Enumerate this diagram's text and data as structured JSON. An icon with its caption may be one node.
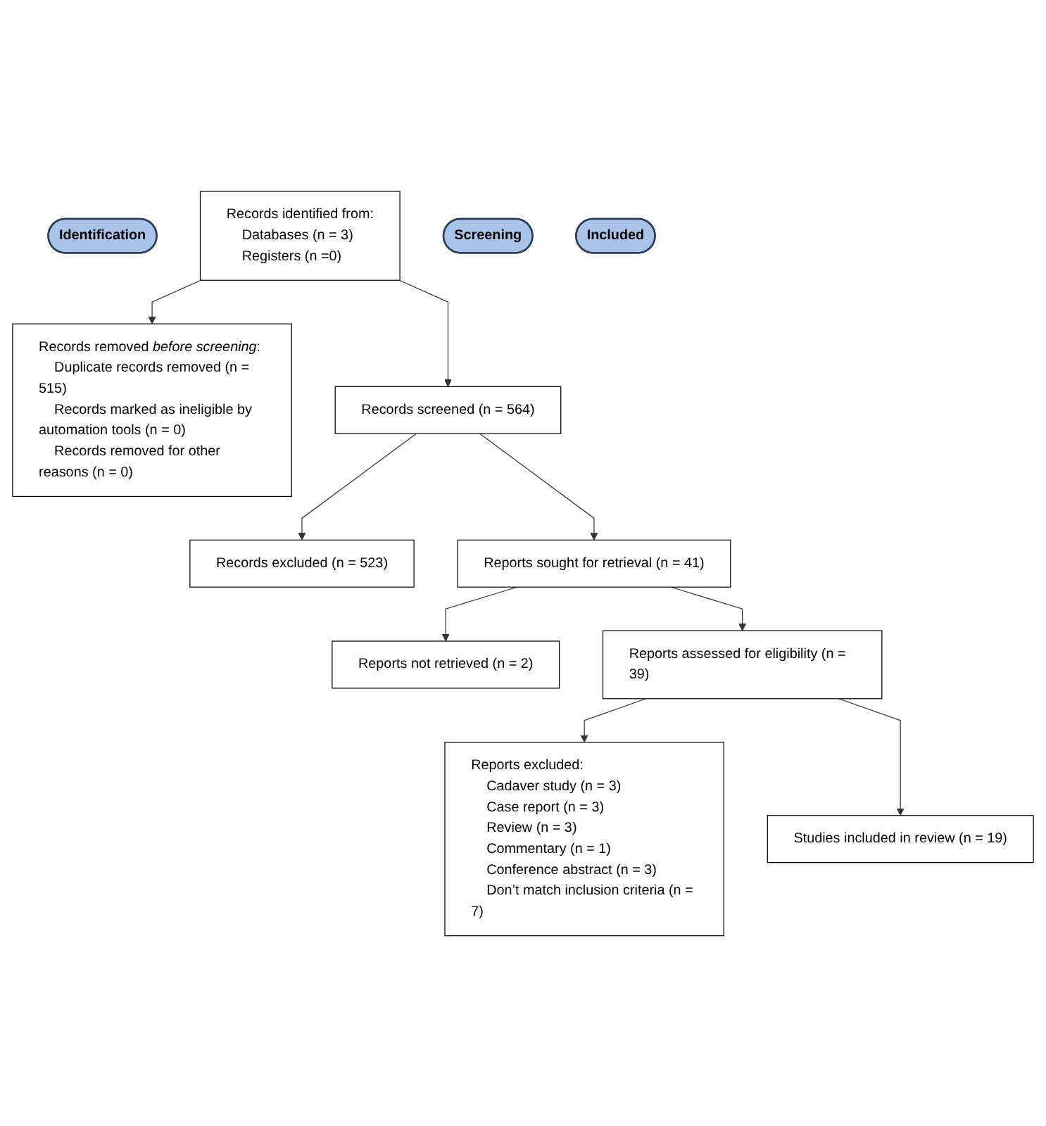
{
  "diagram": {
    "nodes": [
      {
        "text": [
          "Identification"
        ]
      },
      {
        "text": [
          "Records identified from:",
          "Databases (n = 3)",
          "Registers (n =0)"
        ]
      },
      {
        "text": [
          "Records removed *before screening*:",
          "Duplicate records removed (n = 515)",
          "Records marked as ineligible by automation tools (n = 0)",
          "Records removed for other reasons (n = 0)"
        ]
      },
      {
        "text": [
          "Screening"
        ]
      },
      {
        "text": [
          "Records screened (n = 564)"
        ]
      },
      {
        "text": [
          "Records excluded (n = 523)"
        ]
      },
      {
        "text": [
          "Reports sought for retrieval (n = 41)"
        ]
      },
      {
        "text": [
          "Reports not retrieved (n = 2)"
        ]
      },
      {
        "text": [
          "Reports assessed for eligibility (n = 39)"
        ]
      },
      {
        "text": [
          "Reports excluded:",
          "Cadaver study (n = 3)",
          "Case report (n = 3)",
          "Review (n = 3)",
          "Commentary (n = 1)",
          "Conference abstract (n = 3)",
          "Don’t match inclusion criteria (n = 7)"
        ]
      },
      {
        "text": [
          "Included"
        ]
      },
      {
        "text": [
          "Studies included in review (n = 19)"
        ]
      }
    ],
    "edges": [
      {
        "from": 1,
        "to": 2,
        "arrow": "to"
      },
      {
        "from": 1,
        "to": 4,
        "arrow": "to"
      },
      {
        "from": 4,
        "to": 5,
        "arrow": "to"
      },
      {
        "from": 4,
        "to": 6,
        "arrow": "to"
      },
      {
        "from": 6,
        "to": 7,
        "arrow": "to"
      },
      {
        "from": 6,
        "to": 8,
        "arrow": "to"
      },
      {
        "from": 8,
        "to": 9,
        "arrow": "to"
      },
      {
        "from": 8,
        "to": 11,
        "arrow": "to"
      }
    ]
  }
}
